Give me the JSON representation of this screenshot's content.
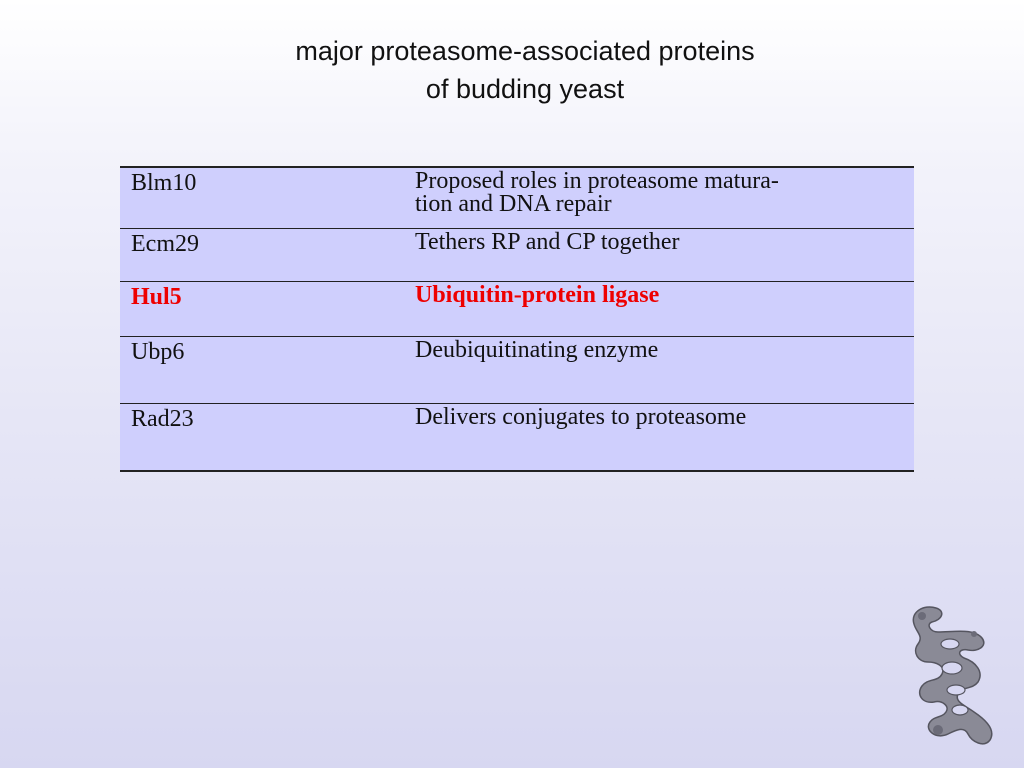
{
  "slide": {
    "title_line1": "major proteasome-associated proteins",
    "title_line2": "of budding yeast"
  },
  "table": {
    "rows": [
      {
        "protein": "Blm10",
        "role_line1": "Proposed roles in proteasome matura-",
        "role_line2": "tion and DNA repair",
        "highlight": false
      },
      {
        "protein": "Ecm29",
        "role_line1": "Tethers RP and CP together",
        "role_line2": "",
        "highlight": false
      },
      {
        "protein": "Hul5",
        "role_line1": "Ubiquitin-protein ligase",
        "role_line2": "",
        "highlight": true
      },
      {
        "protein": "Ubp6",
        "role_line1": "Deubiquitinating enzyme",
        "role_line2": "",
        "highlight": false
      },
      {
        "protein": "Rad23",
        "role_line1": "Delivers conjugates to proteasome",
        "role_line2": "",
        "highlight": false
      }
    ]
  },
  "colors": {
    "row_fill": "#cfcffd",
    "highlight_text": "#ee0000",
    "background_bottom": "#d7d7f1"
  },
  "icons": {
    "logo": "proteasome-structure-logo"
  }
}
